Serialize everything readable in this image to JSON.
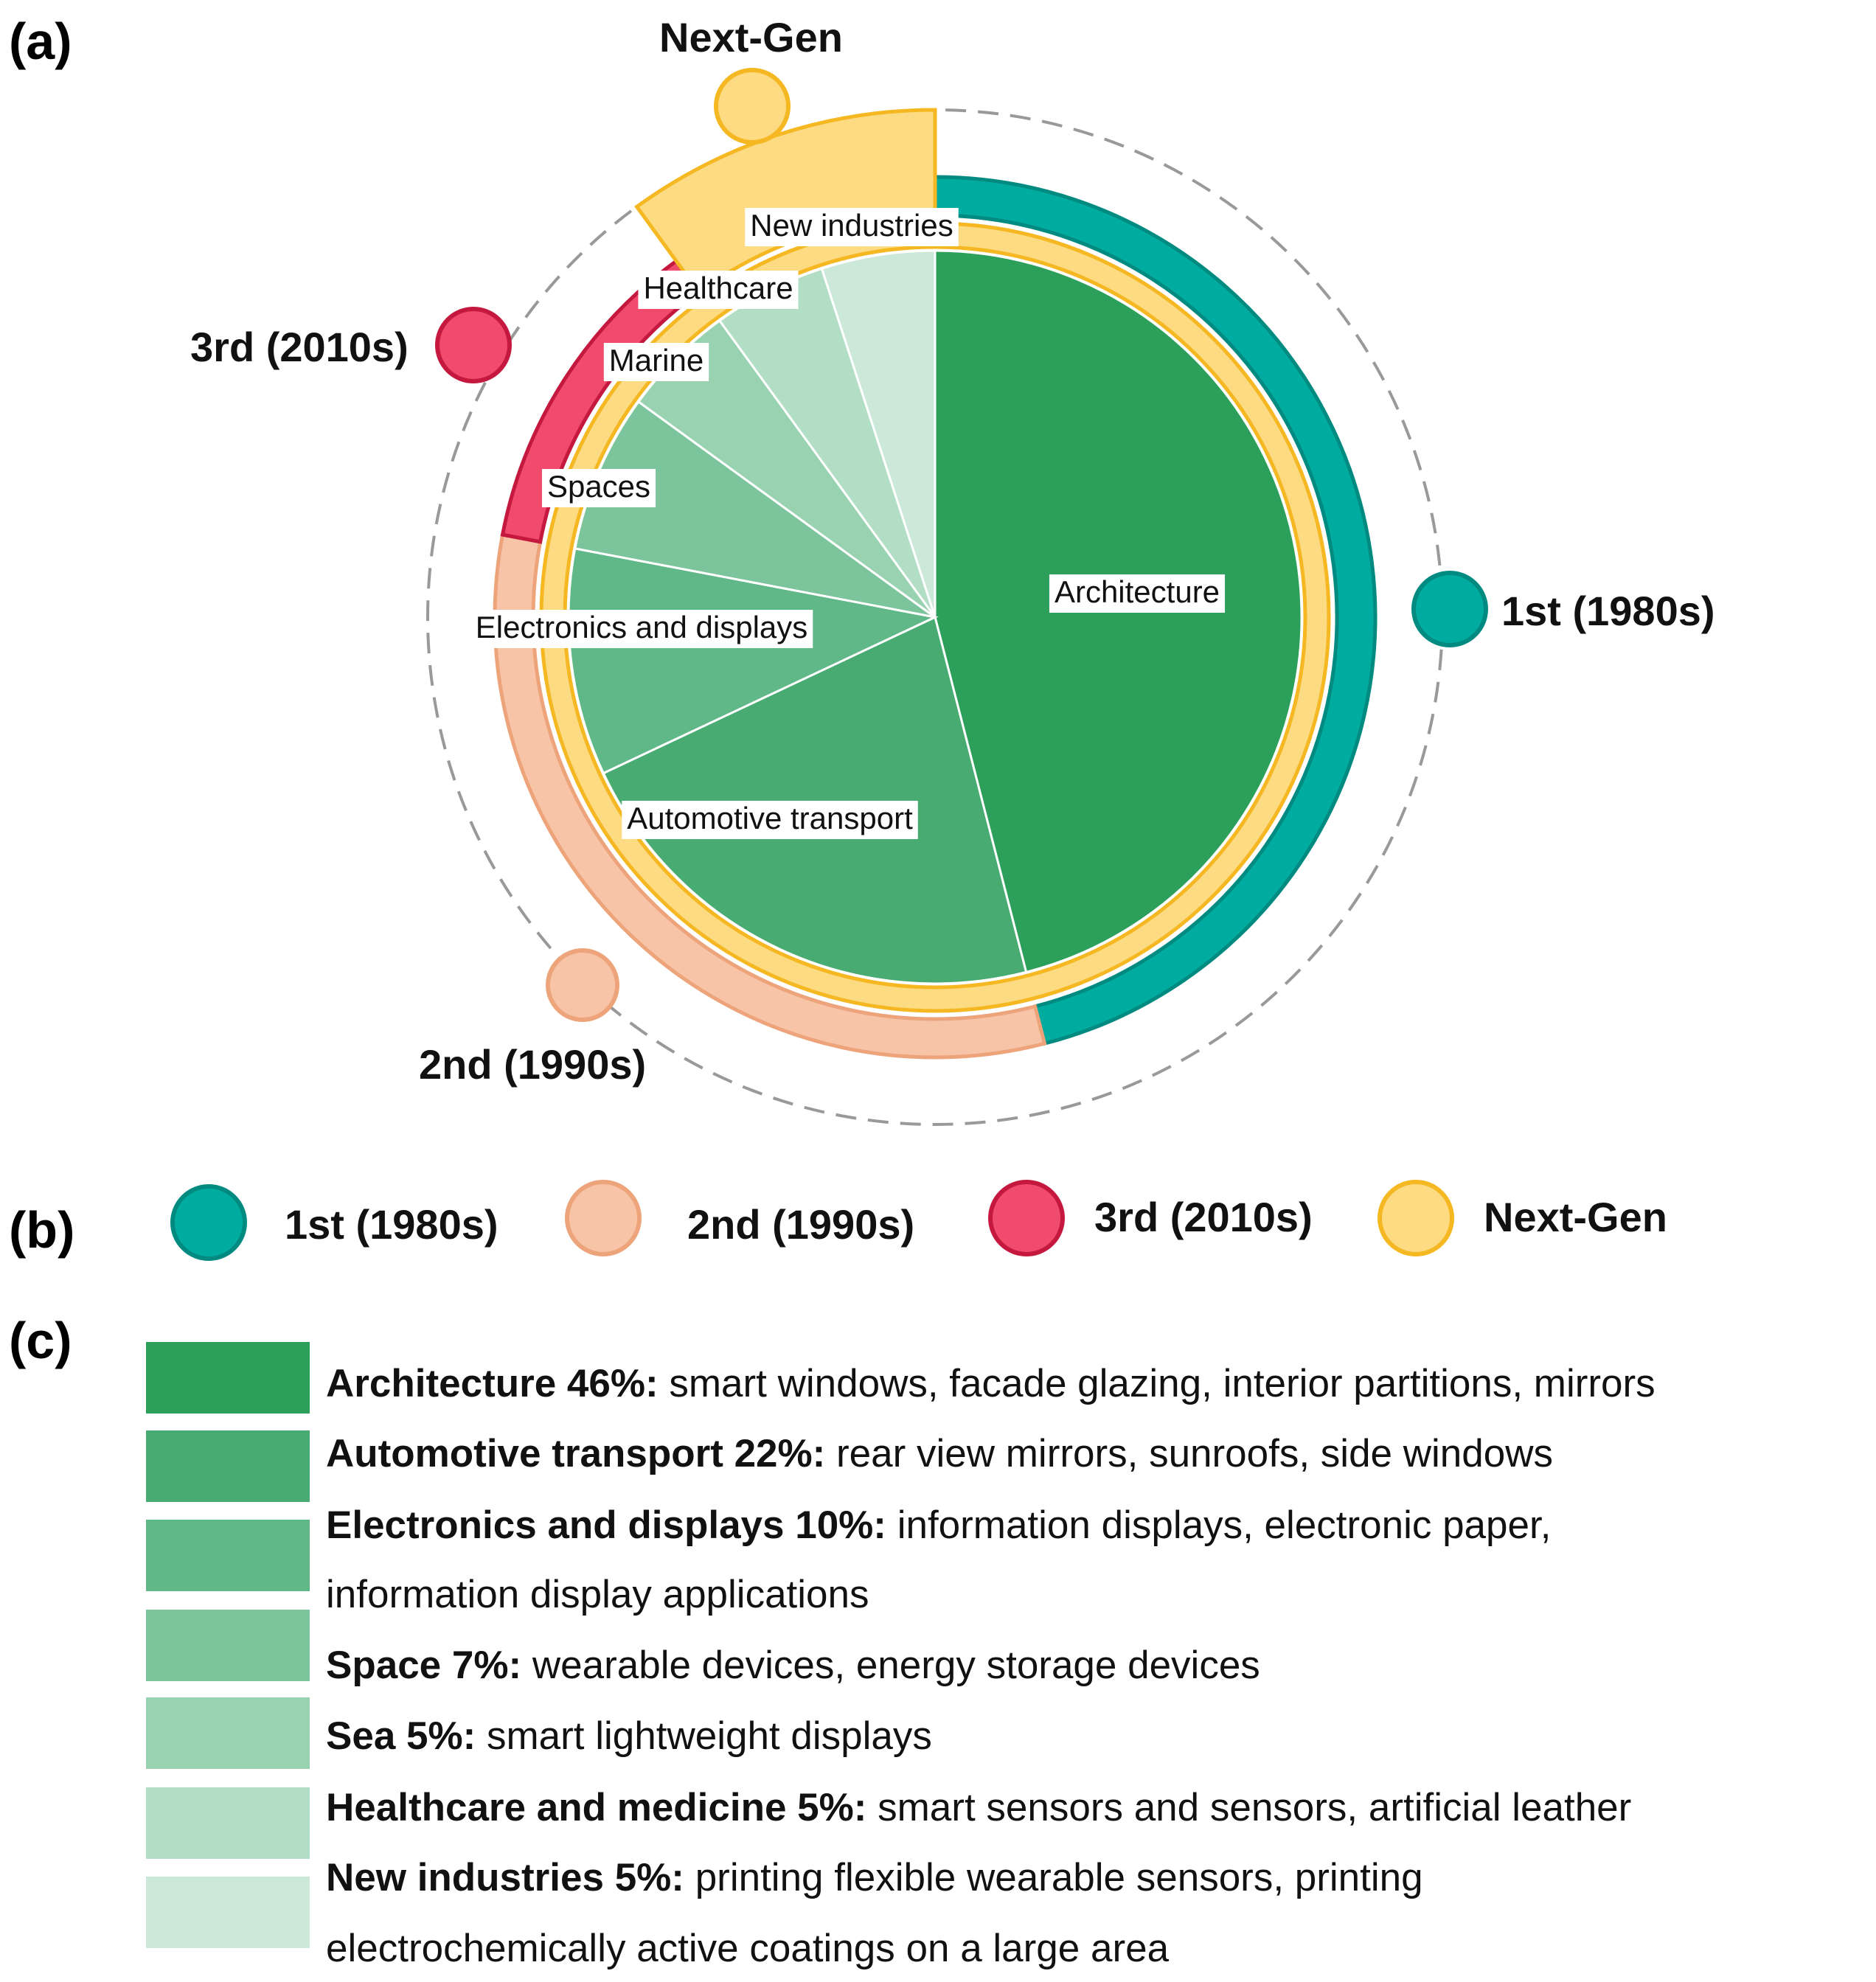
{
  "panels": {
    "a": "(a)",
    "b": "(b)",
    "c": "(c)"
  },
  "colors": {
    "architecture": "#2ca05a",
    "automotive": "#47ab72",
    "electronics": "#60b888",
    "space": "#7cc59c",
    "marine": "#98d2b1",
    "healthcare": "#b2dec5",
    "new_industries": "#cbe8d8",
    "gen1": "#00aca0",
    "gen1_stroke": "#008a80",
    "gen2": "#f8c4a8",
    "gen2_stroke": "#eda47a",
    "gen3": "#f04a6c",
    "gen3_stroke": "#c4183e",
    "nextgen": "#fddb82",
    "nextgen_stroke": "#f5b823",
    "dashed_circle": "#999999"
  },
  "chart_data": {
    "type": "pie",
    "start_angle_deg": 0,
    "direction": "clockwise",
    "slices": [
      {
        "label": "Architecture",
        "value": 46
      },
      {
        "label": "Automotive transport",
        "value": 22
      },
      {
        "label": "Electronics and displays",
        "value": 10
      },
      {
        "label": "Spaces",
        "value": 7
      },
      {
        "label": "Marine",
        "value": 5
      },
      {
        "label": "Healthcare",
        "value": 5
      },
      {
        "label": "New industries",
        "value": 5
      }
    ],
    "generation_arcs": [
      {
        "name": "1st (1980s)",
        "from_pct": 0,
        "to_pct": 46,
        "color_key": "gen1"
      },
      {
        "name": "2nd (1990s)",
        "from_pct": 46,
        "to_pct": 78,
        "color_key": "gen2"
      },
      {
        "name": "3rd (2010s)",
        "from_pct": 78,
        "to_pct": 90,
        "color_key": "gen3"
      },
      {
        "name": "Next-Gen",
        "from_pct": 90,
        "to_pct": 100,
        "color_key": "nextgen"
      }
    ]
  },
  "generations": {
    "gen1": "1st (1980s)",
    "gen2": "2nd (1990s)",
    "gen3": "3rd (2010s)",
    "nextgen": "Next-Gen"
  },
  "legend_b": [
    "1st (1980s)",
    "2nd (1990s)",
    "3rd (2010s)",
    "Next-Gen"
  ],
  "legend_c": [
    {
      "bold": "Architecture 46%:",
      "text": " smart windows, facade glazing, interior partitions, mirrors",
      "text2": ""
    },
    {
      "bold": "Automotive transport 22%:",
      "text": " rear view mirrors, sunroofs, side windows",
      "text2": ""
    },
    {
      "bold": "Electronics and displays 10%:",
      "text": " information displays, electronic paper,",
      "text2": "information display applications"
    },
    {
      "bold": "Space 7%:",
      "text": " wearable devices, energy storage devices",
      "text2": ""
    },
    {
      "bold": "Sea 5%:",
      "text": " smart lightweight displays",
      "text2": ""
    },
    {
      "bold": "Healthcare and medicine 5%:",
      "text": " smart sensors and sensors, artificial leather",
      "text2": ""
    },
    {
      "bold": "New industries 5%:",
      "text": " printing flexible wearable sensors, printing",
      "text2": "electrochemically active coatings on a large area"
    }
  ]
}
